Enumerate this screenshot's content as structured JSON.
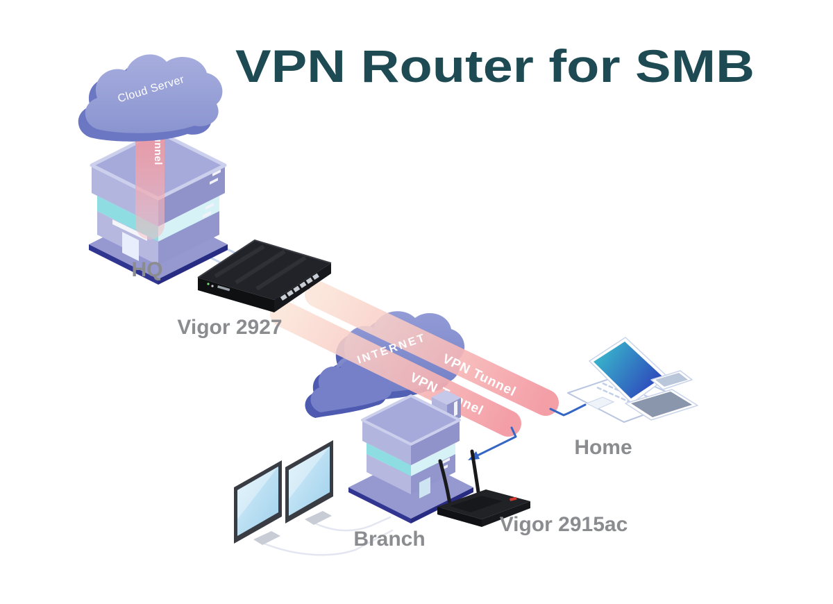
{
  "title": "VPN Router for SMB",
  "diagram": {
    "cloud_server": {
      "label": "Cloud Server",
      "tunnel_label": "VPN Tunnel"
    },
    "internet": {
      "label": "INTERNET"
    },
    "hq": {
      "building_label": "HQ",
      "router_label": "Vigor 2927"
    },
    "home": {
      "label": "Home"
    },
    "branch": {
      "building_label": "Branch",
      "router_label": "Vigor 2915ac"
    },
    "tunnels": {
      "to_home_label": "VPN Tunnel",
      "to_branch_label": "VPN Tunnel"
    }
  },
  "colors": {
    "background": "#ffffff",
    "title_text": "#1e4b53",
    "node_label_text": "#8b8c8f",
    "tunnel_pink": "#f399a2",
    "tunnel_peach": "#fbe3d7",
    "tunnel_red": "#ee8890",
    "internet_cloud": "#7e89cc",
    "server_cloud": "#99a2d6",
    "cloud_shadow": "#6b77c2",
    "connector_blue": "#3566c6",
    "building_wall_light": "#b6b8e0",
    "building_wall_dark": "#9396cd",
    "building_glass_teal": "#8edde2",
    "building_base_navy": "#2f3590",
    "router_black": "#17181b",
    "router_accent_red": "#d43a30",
    "laptop_screen_teal": "#3ac0cd",
    "laptop_screen_blue": "#2c37b9",
    "monitor_screen_blue": "#b7e0f4"
  }
}
